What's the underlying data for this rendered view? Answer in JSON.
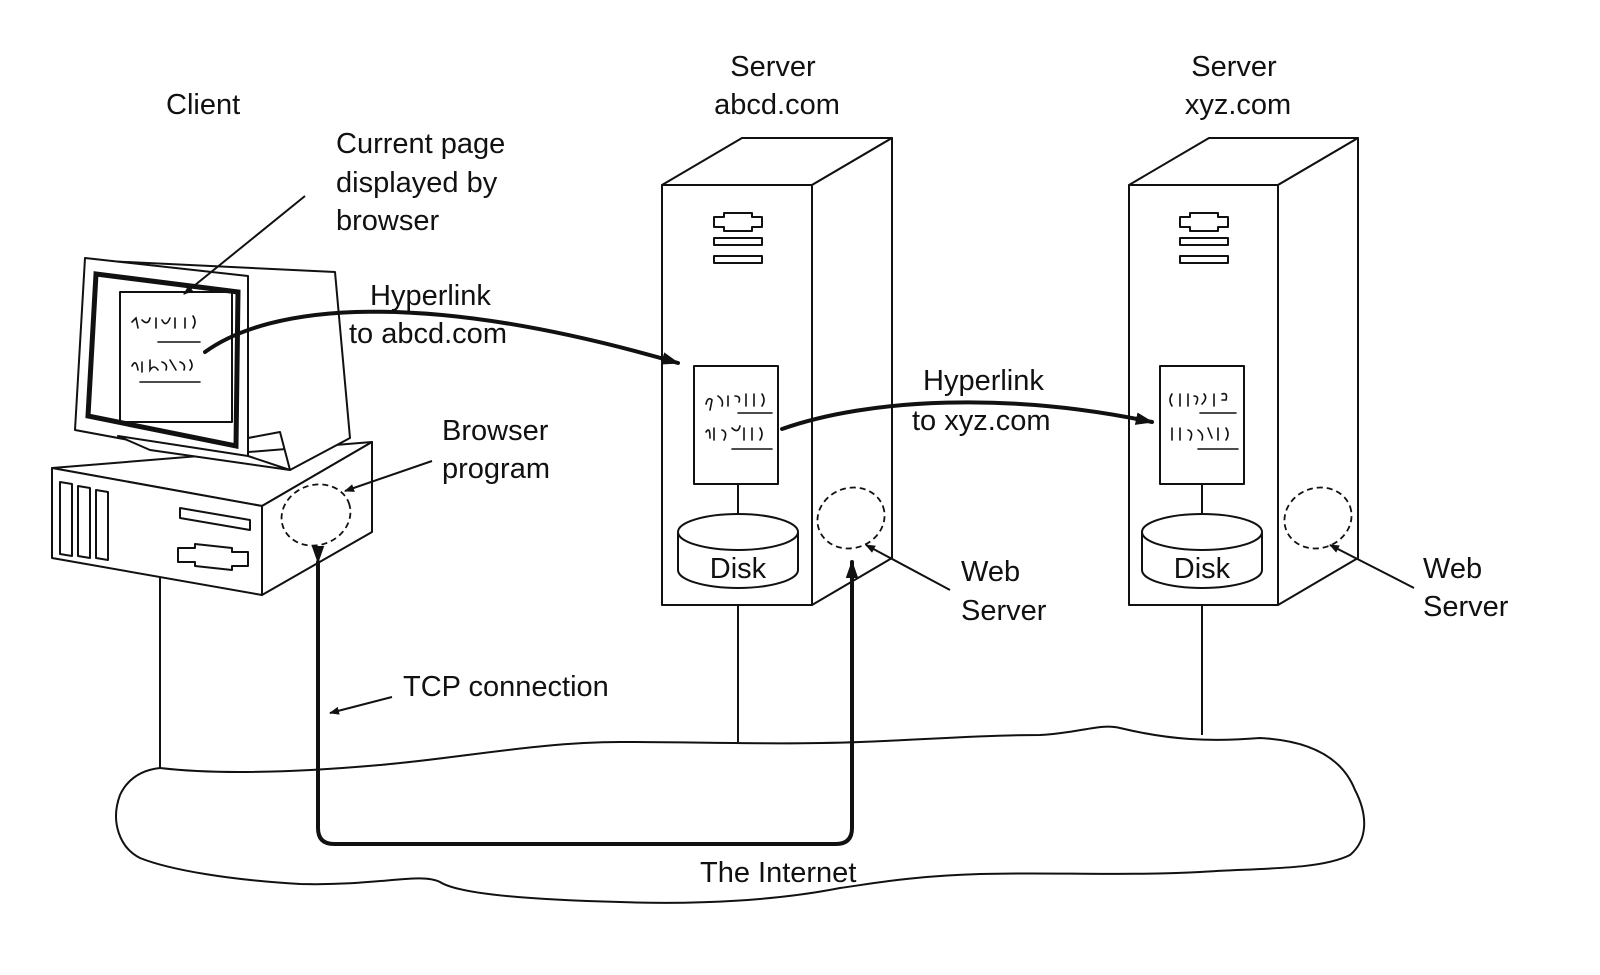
{
  "labels": {
    "client": "Client",
    "current_page": [
      "Current page",
      "displayed by",
      "browser"
    ],
    "hyperlink_abcd": [
      "Hyperlink",
      "to abcd.com"
    ],
    "browser_program": [
      "Browser",
      "program"
    ],
    "server1_title": [
      "Server",
      "abcd.com"
    ],
    "server2_title": [
      "Server",
      "xyz.com"
    ],
    "hyperlink_xyz": [
      "Hyperlink",
      "to xyz.com"
    ],
    "disk1": "Disk",
    "disk2": "Disk",
    "web_server1": [
      "Web",
      "Server"
    ],
    "web_server2": [
      "Web",
      "Server"
    ],
    "tcp_connection": "TCP connection",
    "internet": "The Internet"
  },
  "colors": {
    "ink": "#111111",
    "background": "#ffffff"
  }
}
